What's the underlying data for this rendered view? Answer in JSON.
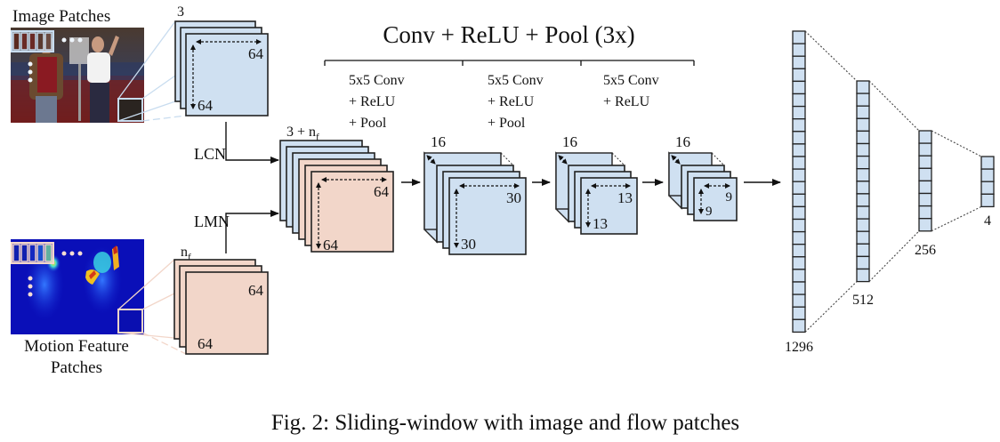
{
  "figure": {
    "caption": "Fig. 2: Sliding-window with image and flow patches",
    "header": "Conv + ReLU + Pool (3x)",
    "colors": {
      "blue_fill": "#cfe0f1",
      "pink_fill": "#f2d6c9",
      "stroke": "#222222",
      "fc_fill": "#cfe0f1"
    }
  },
  "inputs": {
    "image": {
      "label": "Image Patches",
      "channels": "3",
      "width": "64",
      "height": "64"
    },
    "motion": {
      "label_line1": "Motion Feature",
      "label_line2": "Patches",
      "channels_base": "n",
      "channels_sub": "f",
      "width": "64",
      "height": "64"
    }
  },
  "normalization": {
    "image": "LCN",
    "motion": "LMN"
  },
  "combined": {
    "channels_prefix": "3 + n",
    "channels_sub": "f",
    "width": "64",
    "height": "64"
  },
  "conv_stages": [
    {
      "lines": [
        "5x5 Conv",
        "+ ReLU",
        "+ Pool"
      ],
      "channels": "16",
      "width": "30",
      "height": "30"
    },
    {
      "lines": [
        "5x5 Conv",
        "+ ReLU",
        "+ Pool"
      ],
      "channels": "16",
      "width": "13",
      "height": "13"
    },
    {
      "lines": [
        "5x5 Conv",
        "+ ReLU"
      ],
      "channels": "16",
      "width": "9",
      "height": "9"
    }
  ],
  "fc_layers": [
    {
      "units": "1296"
    },
    {
      "units": "512"
    },
    {
      "units": "256"
    },
    {
      "units": "4"
    }
  ]
}
